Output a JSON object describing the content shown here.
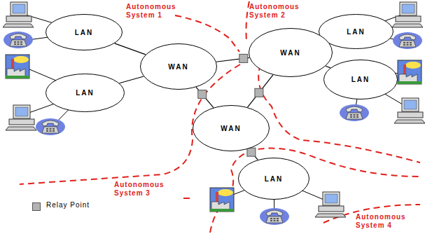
{
  "diagram": {
    "nodes": [
      {
        "text": [
          "LAN"
        ]
      },
      {
        "text": [
          "WAN"
        ]
      },
      {
        "text": [
          "LAN"
        ]
      },
      {
        "text": [
          "WAN"
        ]
      },
      {
        "text": [
          "LAN"
        ]
      },
      {
        "text": [
          "LAN"
        ]
      },
      {
        "text": [
          "WAN"
        ]
      },
      {
        "text": [
          "LAN"
        ]
      }
    ],
    "edges": [
      {
        "from": 0,
        "to": 1,
        "arrow": "none"
      },
      {
        "from": 4,
        "to": 1,
        "arrow": "none"
      },
      {
        "from": 1,
        "to": 3,
        "arrow": "none"
      },
      {
        "from": 1,
        "to": 6,
        "arrow": "none"
      },
      {
        "from": 3,
        "to": 6,
        "arrow": "none"
      },
      {
        "from": 3,
        "to": 2,
        "arrow": "none"
      },
      {
        "from": 3,
        "to": 5,
        "arrow": "none"
      },
      {
        "from": 6,
        "to": 7,
        "arrow": "none"
      }
    ],
    "labels": [
      "Autonomous System 1",
      "Autonomous System 2",
      "Autonomous System 3",
      "Autonomous System 4"
    ],
    "legend": [
      {
        "text": "Relay Point"
      }
    ]
  }
}
